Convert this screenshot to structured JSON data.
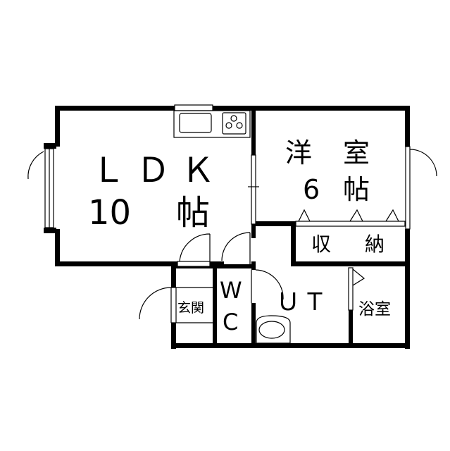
{
  "plan": {
    "rooms": {
      "ldk": {
        "name": "ＬＤＫ",
        "size": "10",
        "unit": "帖"
      },
      "western": {
        "name_1": "洋",
        "name_2": "室",
        "size": "6",
        "unit": "帖"
      },
      "closet": {
        "name_1": "収",
        "name_2": "納"
      },
      "entrance": {
        "name": "玄関"
      },
      "wc": {
        "line_1": "W",
        "line_2": "C"
      },
      "utility": {
        "name": "ＵＴ"
      },
      "bath": {
        "name": "浴室"
      }
    },
    "colors": {
      "wall": "#000000",
      "background": "#ffffff"
    }
  }
}
